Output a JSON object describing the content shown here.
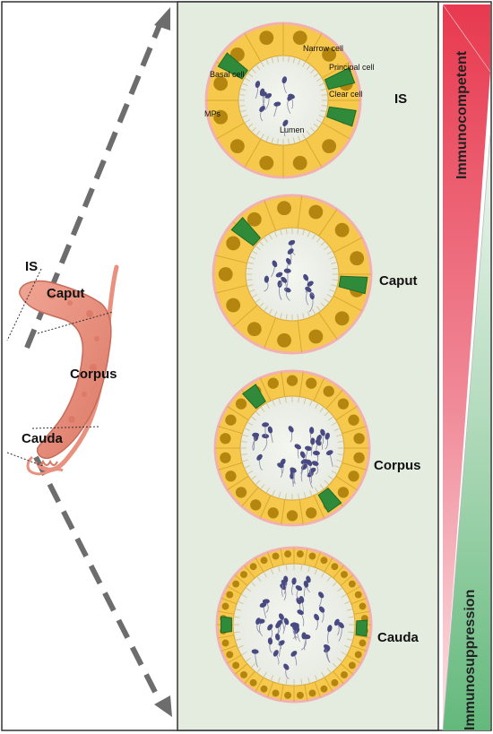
{
  "organ": {
    "labels": {
      "is": "IS",
      "caput": "Caput",
      "corpus": "Corpus",
      "cauda": "Cauda"
    }
  },
  "sections": [
    {
      "label": "IS"
    },
    {
      "label": "Caput"
    },
    {
      "label": "Corpus"
    },
    {
      "label": "Cauda"
    }
  ],
  "cell_labels": {
    "narrow": "Narrow cell",
    "principal": "Principal cell",
    "basal": "Basal cell",
    "clear": "Clear cell",
    "mps": "MPs",
    "lumen": "Lumen"
  },
  "gradient": {
    "top_label": "Immunocompetent",
    "bottom_label": "Immunosuppression",
    "top_color": "#e8394f",
    "bottom_color": "#63b97c"
  },
  "colors": {
    "panel_bg": "#e4ecdf",
    "cell": "#f6c94d",
    "nucleus": "#b5860f",
    "clear_cell": "#2f8a3a",
    "organ": "#e9917f"
  }
}
